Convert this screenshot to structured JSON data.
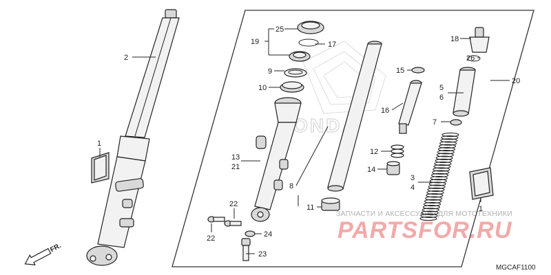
{
  "diagram": {
    "code": "MGCAF1100",
    "direction_label": "FR.",
    "brand_watermark": "HONDA",
    "site_watermark_text": "ЗАПЧАСТИ И АКСЕССУАРЫ ДЛЯ МОТОТЕХНИКИ",
    "site_watermark_logo": "PARTSFOR.RU",
    "labels": {
      "l1a": "1",
      "l1b": "1",
      "l2": "2",
      "l3": "3",
      "l4": "4",
      "l5": "5",
      "l6": "6",
      "l7": "7",
      "l8": "8",
      "l9": "9",
      "l10": "10",
      "l11": "11",
      "l12": "12",
      "l13": "13",
      "l14": "14",
      "l15": "15",
      "l16": "16",
      "l17": "17",
      "l18": "18",
      "l19": "19",
      "l20": "20",
      "l21": "21",
      "l22a": "22",
      "l22b": "22",
      "l23": "23",
      "l24": "24",
      "l25": "25",
      "l26": "26"
    }
  }
}
